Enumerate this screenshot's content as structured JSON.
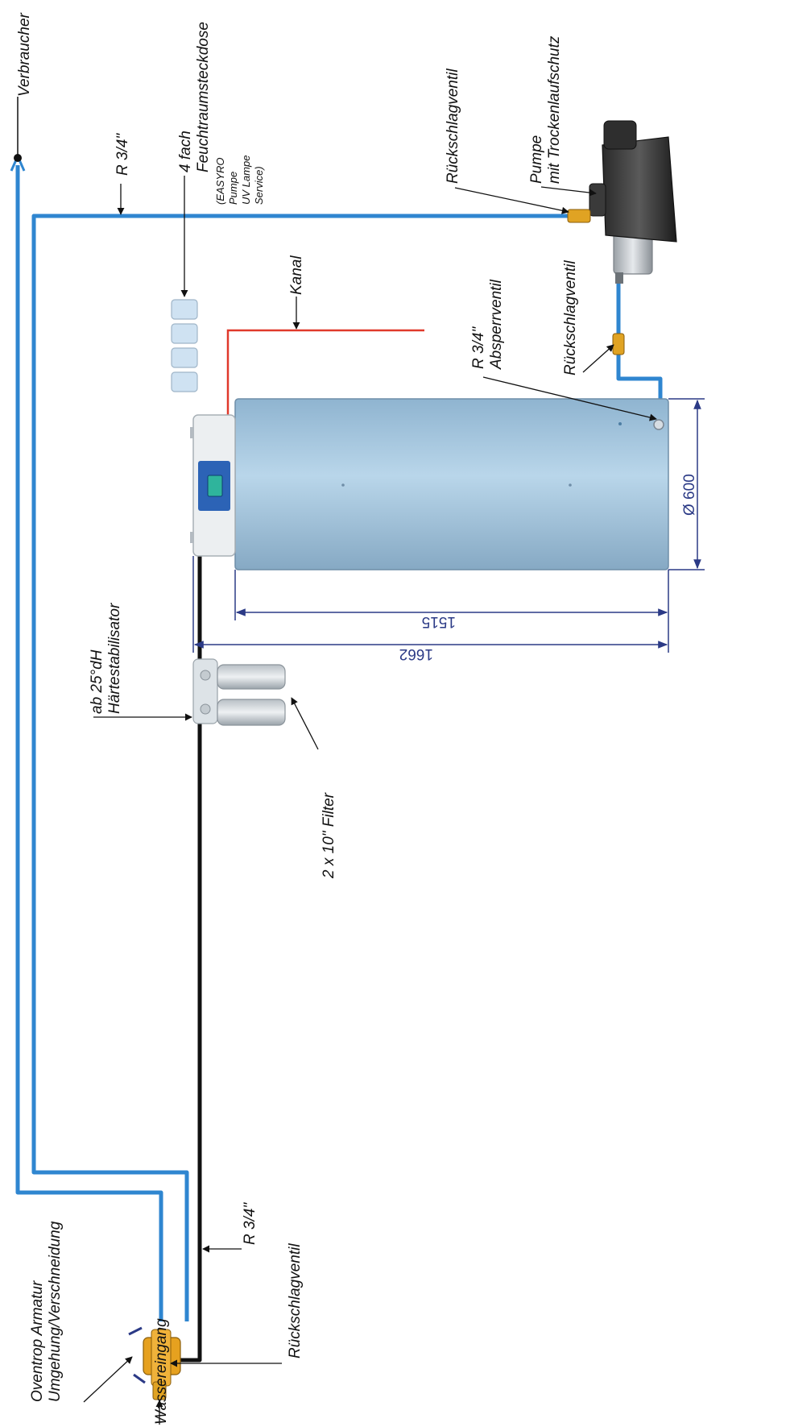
{
  "labels": {
    "verbraucher": "Verbraucher",
    "r34_top": "R 3/4\"",
    "fach_line1": "4 fach",
    "fach_line2": "Feuchtraumsteckdose",
    "fach_note1": "(EASYRO",
    "fach_note2": "Pumpe",
    "fach_note3": "UV Lampe",
    "fach_note4": "Service)",
    "rueckschlag_pump": "Rückschlagventil",
    "pumpe_line1": "Pumpe",
    "pumpe_line2": "mit Trockenlaufschutz",
    "kanal": "Kanal",
    "rueckschlag_mid": "Rückschlagventil",
    "absperr_line1": "R 3/4\"",
    "absperr_line2": "Absperrventil",
    "haerte_line1": "ab 25°dH",
    "haerte_line2": "Härtestabilisator",
    "filter": "2 x 10\" Filter",
    "r34_bottom": "R 3/4\"",
    "rueckschlag_bottom": "Rückschlagventil",
    "oventrop_line1": "Oventrop Armatur",
    "oventrop_line2": "Umgehung/Verschneidung",
    "wassereingang": "Wassereingang"
  },
  "dimensions": {
    "diameter": "Ø 600",
    "tank_length": "1515",
    "total_length": "1662"
  },
  "colors": {
    "pipe_blue": "#2f86d0",
    "pipe_black": "#111111",
    "pipe_red": "#e0392b",
    "tank": "#9fc3dd",
    "dimension": "#2b3a86",
    "brass": "#e0a323"
  }
}
